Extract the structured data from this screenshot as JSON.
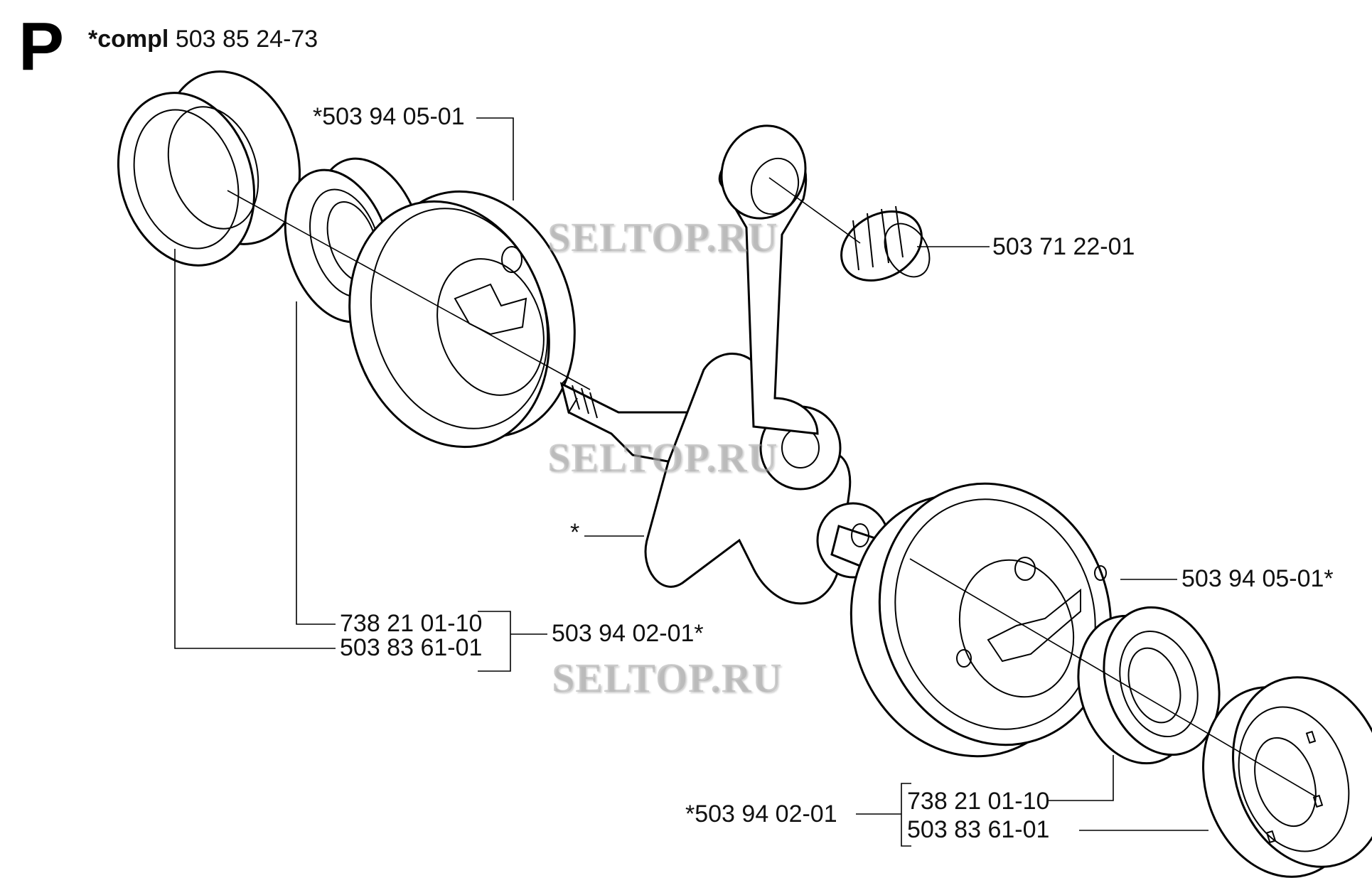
{
  "header": {
    "section_letter": "P",
    "compl_prefix": "*compl",
    "compl_number": "503 85 24-73"
  },
  "labels": {
    "clutch_half_left": "*503 94 05-01",
    "needle_bearing": "503 71 22-01",
    "crankshaft": "*",
    "clutch_half_right": "503 94 05-01*",
    "left_bearing_1": "738 21 01-10",
    "left_bearing_2": "503 83 61-01",
    "left_group": "503 94 02-01*",
    "right_group": "*503 94 02-01",
    "right_bearing_1": "738 21 01-10",
    "right_bearing_2": "503 83 61-01"
  },
  "watermarks": [
    "SELTOP.RU",
    "SELTOP.RU",
    "SELTOP.RU"
  ]
}
